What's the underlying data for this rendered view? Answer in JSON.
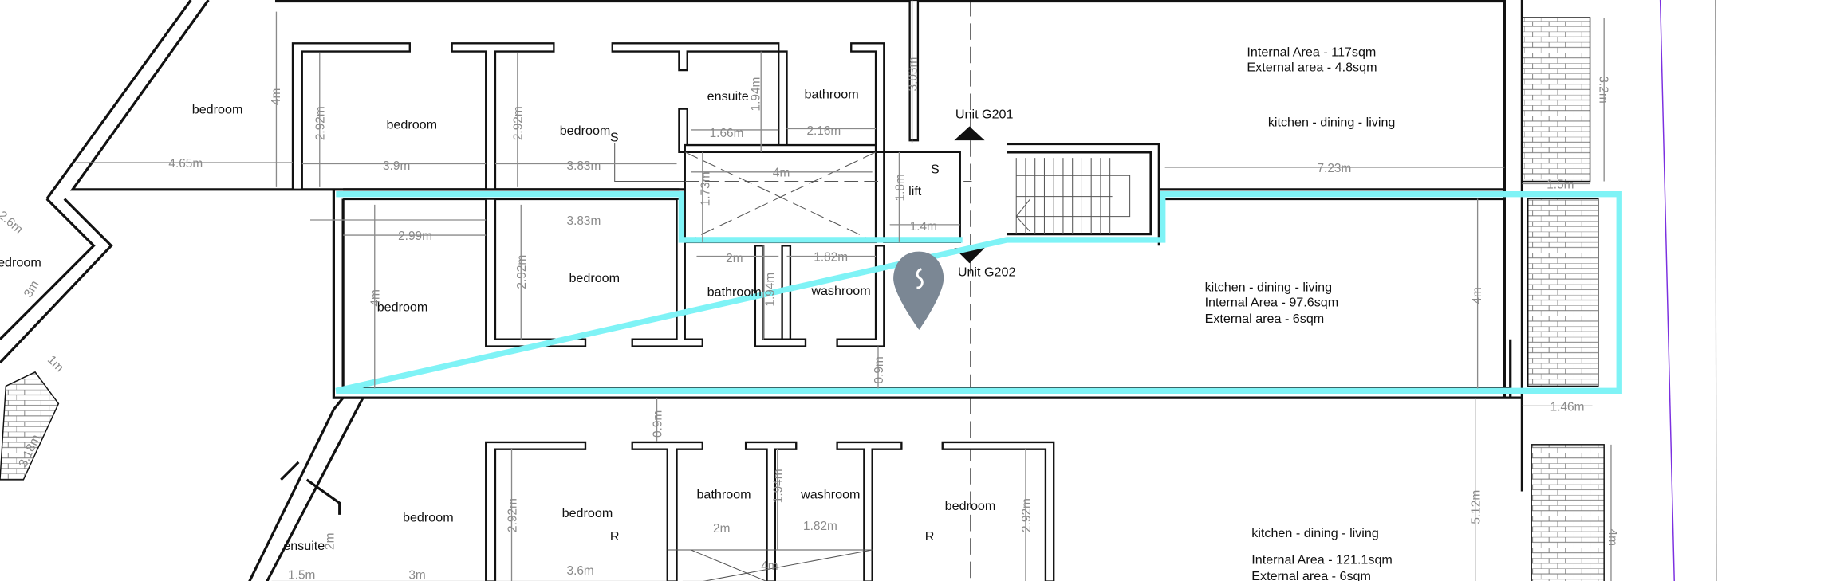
{
  "colors": {
    "unit_highlight": "#7ff3f6",
    "wall": "#111111",
    "dimension": "#8a8a8a",
    "property_line": "#7b2fe0",
    "marker": "#7b8794"
  },
  "units": {
    "g201": {
      "label": "Unit G201",
      "internal_area": "Internal Area - 117sqm",
      "external_area": "External area - 4.8sqm",
      "main_room": "kitchen - dining - living"
    },
    "g202": {
      "label": "Unit G202",
      "internal_area": "Internal Area - 97.6sqm",
      "external_area": "External area - 6sqm",
      "main_room": "kitchen - dining - living"
    },
    "lower": {
      "internal_area": "Internal Area - 121.1sqm",
      "external_area": "External area - 6sqm",
      "main_room": "kitchen - dining - living"
    }
  },
  "rooms": {
    "top": [
      "bedroom",
      "bedroom",
      "bedroom",
      "ensuite",
      "bathroom",
      "lift"
    ],
    "middle": [
      "bedroom",
      "bedroom",
      "bathroom",
      "washroom"
    ],
    "bottom": [
      "bedroom",
      "bedroom",
      "bathroom",
      "washroom",
      "bedroom",
      "ensuite"
    ],
    "left": [
      "edroom"
    ]
  },
  "marks": {
    "s1": "S",
    "s2": "S",
    "r1": "R",
    "r2": "R"
  },
  "dimensions": {
    "top": [
      "4m",
      "2.92m",
      "2.92m",
      "1.94m",
      "1.66m",
      "2.16m",
      "3.03m",
      "4.65m",
      "3.9m",
      "3.83m",
      "4m",
      "1.73m",
      "1.8m",
      "1.4m",
      "7.23m",
      "1.5m",
      "3.2m"
    ],
    "middle": [
      "3.83m",
      "2.99m",
      "2m",
      "1.82m",
      "4m",
      "2.92m",
      "1.94m",
      "4m",
      "0.9m",
      "1.46m"
    ],
    "bottom": [
      "0.9m",
      "2.92m",
      "1.94m",
      "2m",
      "1.82m",
      "2.92m",
      "2m",
      "1.5m",
      "3m",
      "3.6m",
      "4m",
      "5.12m",
      "4m"
    ],
    "left": [
      "2.6m",
      "3m",
      "1m",
      "3.18m"
    ]
  }
}
